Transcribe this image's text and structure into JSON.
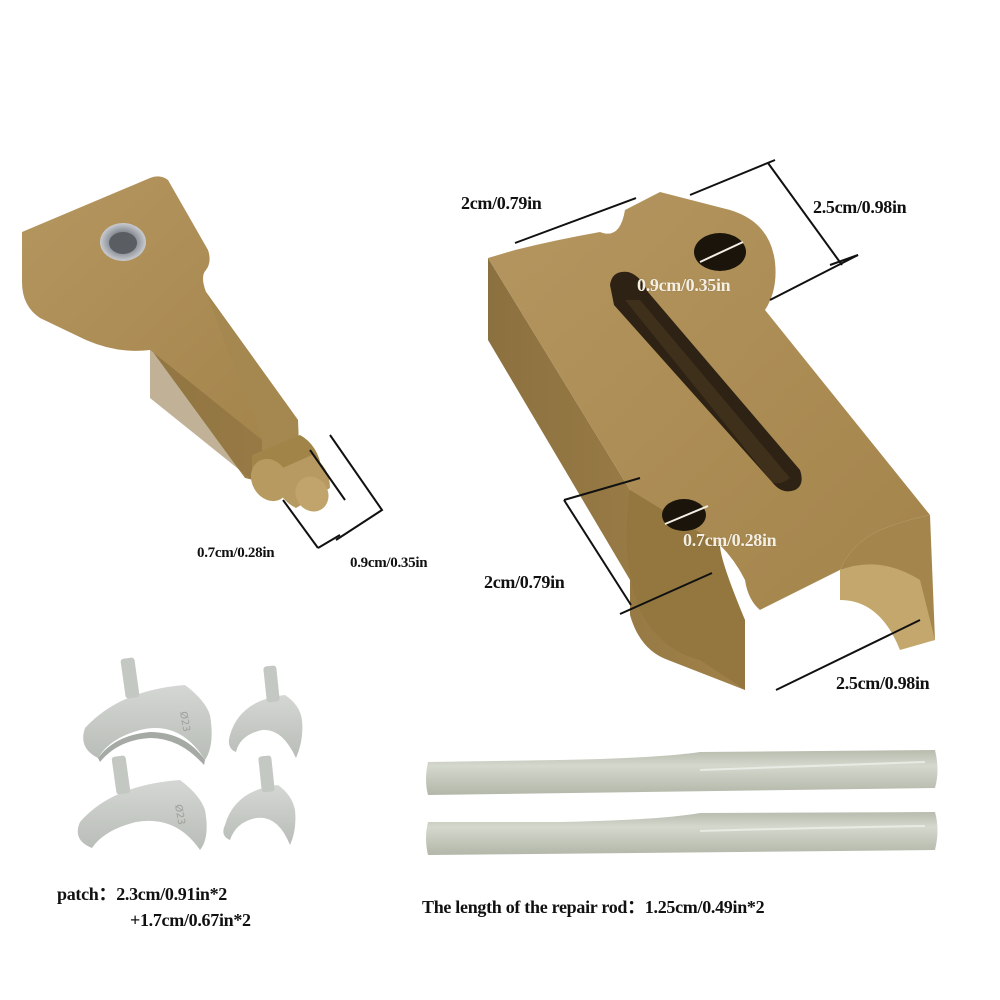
{
  "colors": {
    "background": "#ffffff",
    "bronze": "#a8894f",
    "bronze_dark": "#7f6636",
    "bronze_light": "#bfa267",
    "patch_gray": "#c9ccc8",
    "rod_gray": "#c6cabd",
    "label_dark": "#111111",
    "label_light": "#f4efe2"
  },
  "handle_tool": {
    "name": "T-handle tool with threaded hole",
    "dimensions": {
      "pin_diameter": "0.7cm/0.28in",
      "pin_length": "0.9cm/0.35in"
    }
  },
  "clamp_block": {
    "name": "Slotted clamp block",
    "dimensions": {
      "top_arc_width": "2cm/0.79in",
      "top_side_length": "2.5cm/0.98in",
      "large_hole": "0.9cm/0.35in",
      "small_hole": "0.7cm/0.28in",
      "bottom_arc_width": "2cm/0.79in",
      "bottom_side_length": "2.5cm/0.98in"
    }
  },
  "patches": {
    "count": 4,
    "engraving": "Ø23",
    "caption_line1": "patch：2.3cm/0.91in*2",
    "caption_line2": "+1.7cm/0.67in*2"
  },
  "repair_rods": {
    "count": 2,
    "caption": "The length of the repair rod：1.25cm/0.49in*2"
  }
}
